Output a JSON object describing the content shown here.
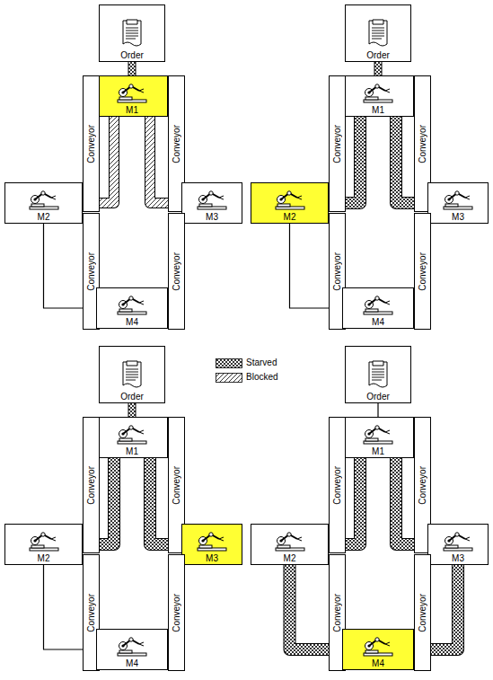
{
  "diagram": {
    "nodes": [
      {
        "text": [
          "Order"
        ]
      },
      {
        "text": [
          "M1"
        ]
      },
      {
        "text": [
          "Conveyor"
        ]
      },
      {
        "text": [
          "Conveyor"
        ]
      },
      {
        "text": [
          "M2"
        ]
      },
      {
        "text": [
          "M3"
        ]
      },
      {
        "text": [
          "Conveyor"
        ]
      },
      {
        "text": [
          "Conveyor"
        ]
      },
      {
        "text": [
          "M4"
        ]
      },
      {
        "text": [
          "Order"
        ]
      },
      {
        "text": [
          "M1"
        ]
      },
      {
        "text": [
          "Conveyor"
        ]
      },
      {
        "text": [
          "Conveyor"
        ]
      },
      {
        "text": [
          "M2"
        ]
      },
      {
        "text": [
          "M3"
        ]
      },
      {
        "text": [
          "Conveyor"
        ]
      },
      {
        "text": [
          "Conveyor"
        ]
      },
      {
        "text": [
          "M4"
        ]
      },
      {
        "text": [
          "Order"
        ]
      },
      {
        "text": [
          "M1"
        ]
      },
      {
        "text": [
          "Conveyor"
        ]
      },
      {
        "text": [
          "Conveyor"
        ]
      },
      {
        "text": [
          "M2"
        ]
      },
      {
        "text": [
          "M3"
        ]
      },
      {
        "text": [
          "Conveyor"
        ]
      },
      {
        "text": [
          "Conveyor"
        ]
      },
      {
        "text": [
          "M4"
        ]
      },
      {
        "text": [
          "Order"
        ]
      },
      {
        "text": [
          "M1"
        ]
      },
      {
        "text": [
          "Conveyor"
        ]
      },
      {
        "text": [
          "Conveyor"
        ]
      },
      {
        "text": [
          "M2"
        ]
      },
      {
        "text": [
          "M3"
        ]
      },
      {
        "text": [
          "Conveyor"
        ]
      },
      {
        "text": [
          "Conveyor"
        ]
      },
      {
        "text": [
          "M4"
        ]
      }
    ],
    "edges": [
      {
        "from": 0,
        "to": 1,
        "arrow": "none"
      },
      {
        "from": 1,
        "to": 4,
        "arrow": "none"
      },
      {
        "from": 1,
        "to": 5,
        "arrow": "none"
      },
      {
        "from": 4,
        "to": 8,
        "arrow": "none"
      },
      {
        "from": 9,
        "to": 10,
        "arrow": "none"
      },
      {
        "from": 10,
        "to": 13,
        "arrow": "none"
      },
      {
        "from": 10,
        "to": 14,
        "arrow": "none"
      },
      {
        "from": 13,
        "to": 17,
        "arrow": "none"
      },
      {
        "from": 18,
        "to": 19,
        "arrow": "none"
      },
      {
        "from": 19,
        "to": 22,
        "arrow": "none"
      },
      {
        "from": 19,
        "to": 23,
        "arrow": "none"
      },
      {
        "from": 22,
        "to": 26,
        "arrow": "none"
      },
      {
        "from": 27,
        "to": 28,
        "arrow": "none"
      },
      {
        "from": 28,
        "to": 31,
        "arrow": "none"
      },
      {
        "from": 28,
        "to": 32,
        "arrow": "none"
      },
      {
        "from": 31,
        "to": 35,
        "arrow": "none"
      },
      {
        "from": 32,
        "to": 35,
        "arrow": "none"
      }
    ],
    "legend": [
      {
        "text": "Starved"
      },
      {
        "text": "Blocked"
      }
    ]
  }
}
